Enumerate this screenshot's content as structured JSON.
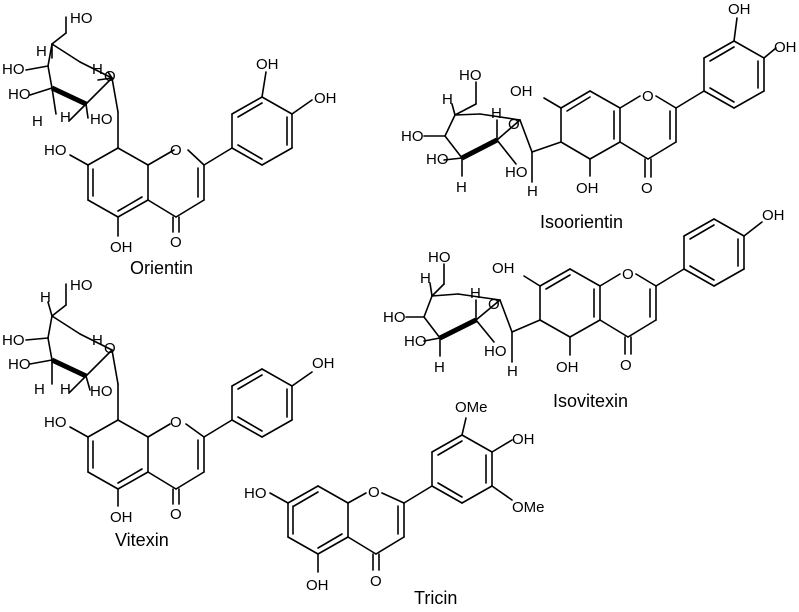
{
  "compounds": [
    {
      "name": "Orientin",
      "labels": {
        "ho_ch2": "HO",
        "ho_c4": "HO",
        "h_c4": "H",
        "ho_c3": "HO",
        "h_c3": "H",
        "h_c1": "H",
        "o_ring": "O",
        "h_c5": "H",
        "ho_c2": "HO",
        "ho7": "HO",
        "o1": "O",
        "oh5": "OH",
        "o4": "O",
        "oh3p": "OH",
        "oh4p": "OH"
      }
    },
    {
      "name": "Isoorientin",
      "labels": {
        "ho_ch2": "HO",
        "h_c4": "H",
        "ho_c4": "HO",
        "ho_c3": "HO",
        "h_c3": "H",
        "h_c5": "H",
        "o_ring": "O",
        "ho_c2": "HO",
        "h_c1": "H",
        "oh7": "OH",
        "o1": "O",
        "oh5": "OH",
        "o4": "O",
        "oh3p": "OH",
        "oh4p": "OH"
      }
    },
    {
      "name": "Vitexin",
      "labels": {
        "ho_ch2": "HO",
        "h_c4": "H",
        "ho_c4": "HO",
        "ho_c3": "HO",
        "h_c3": "H",
        "h_c5": "H",
        "o_ring": "O",
        "h_c1": "H",
        "ho_c2": "HO",
        "ho7": "HO",
        "o1": "O",
        "oh5": "OH",
        "o4": "O",
        "oh4p": "OH"
      }
    },
    {
      "name": "Isovitexin",
      "labels": {
        "ho_ch2": "HO",
        "h_c4": "H",
        "ho_c4": "HO",
        "ho_c3": "HO",
        "h_c3": "H",
        "h_c5": "H",
        "o_ring": "O",
        "ho_c2": "HO",
        "h_c1": "H",
        "oh7": "OH",
        "o1": "O",
        "oh5": "OH",
        "o4": "O",
        "oh4p": "OH"
      }
    },
    {
      "name": "Tricin",
      "labels": {
        "ho7": "HO",
        "o1": "O",
        "oh5": "OH",
        "o4": "O",
        "ome3p": "OMe",
        "oh4p": "OH",
        "ome5p": "OMe"
      }
    }
  ]
}
